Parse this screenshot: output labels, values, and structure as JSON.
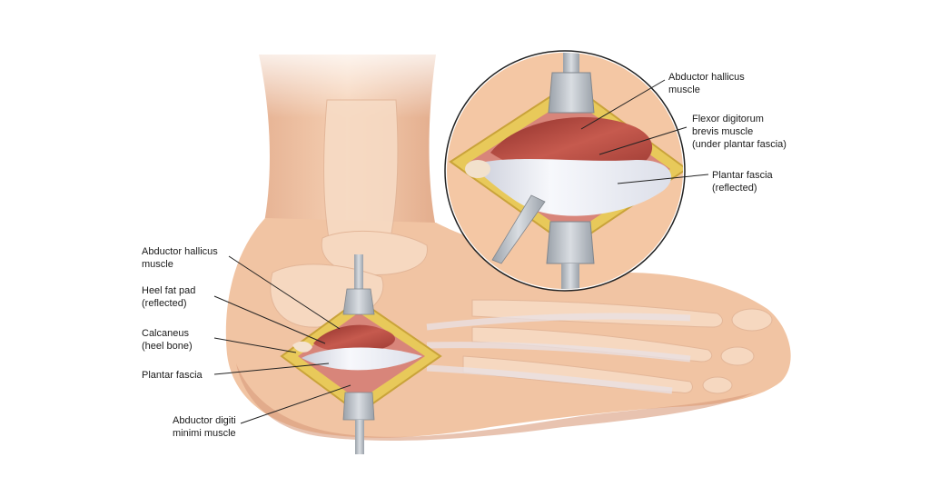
{
  "labels": {
    "left": {
      "abductor_hallucis": [
        "Abductor hallicus",
        "muscle"
      ],
      "heel_fat_pad": [
        "Heel fat pad",
        "(reflected)"
      ],
      "calcaneus": [
        "Calcaneus",
        "(heel bone)"
      ],
      "plantar_fascia": [
        "Plantar fascia"
      ],
      "abductor_digiti_minimi": [
        "Abductor digiti",
        "minimi muscle"
      ]
    },
    "inset": {
      "abductor_hallucis": [
        "Abductor hallicus",
        "muscle"
      ],
      "flexor_digitorum_brevis": [
        "Flexor digitorum",
        "brevis muscle",
        "(under plantar fascia)"
      ],
      "plantar_fascia": [
        "Plantar fascia",
        "(reflected)"
      ]
    }
  },
  "colors": {
    "skin": "#f3c9a8",
    "skin_shadow": "#dea383",
    "bone": "#f6dcc4",
    "fat": "#e8c95a",
    "muscle": "#b8453b",
    "fascia": "#eef0f6",
    "retractor": "#b9bfc6",
    "leader_line": "#222222"
  }
}
